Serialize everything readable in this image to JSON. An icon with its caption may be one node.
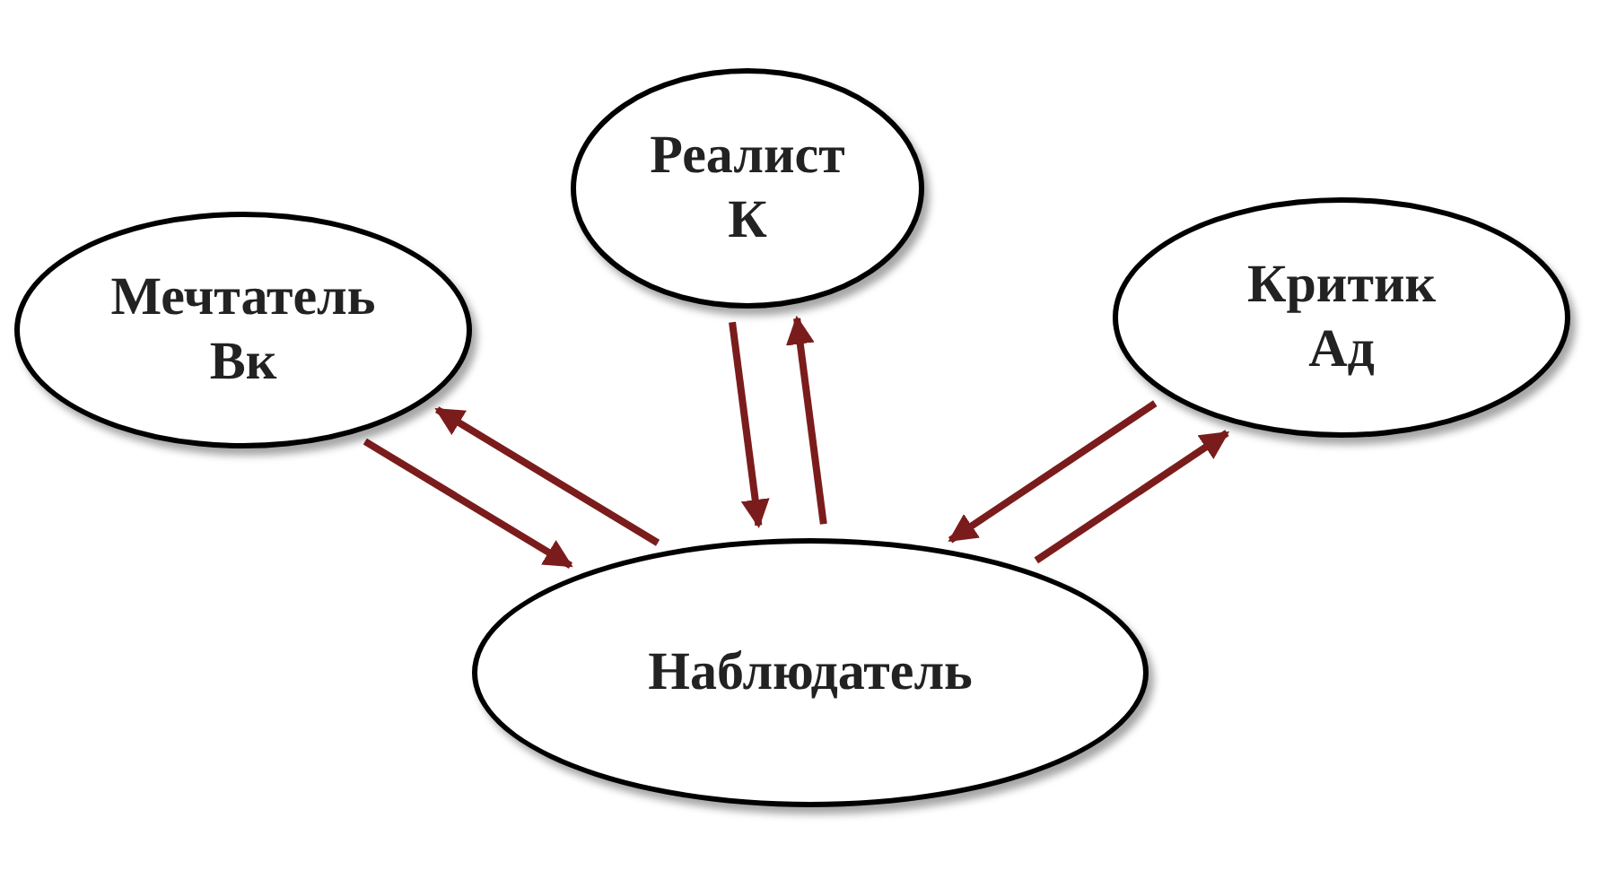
{
  "diagram": {
    "nodes": [
      {
        "text": [
          "Мечтатель",
          "Вк"
        ]
      },
      {
        "text": [
          "Реалист",
          "К"
        ]
      },
      {
        "text": [
          "Критик",
          "Ад"
        ]
      },
      {
        "text": [
          "Наблюдатель"
        ]
      }
    ],
    "edges": [
      {
        "from": 3,
        "to": 0,
        "arrow": "to"
      },
      {
        "from": 0,
        "to": 3,
        "arrow": "to"
      },
      {
        "from": 3,
        "to": 1,
        "arrow": "to"
      },
      {
        "from": 1,
        "to": 3,
        "arrow": "to"
      },
      {
        "from": 3,
        "to": 2,
        "arrow": "to"
      },
      {
        "from": 2,
        "to": 3,
        "arrow": "to"
      }
    ]
  }
}
